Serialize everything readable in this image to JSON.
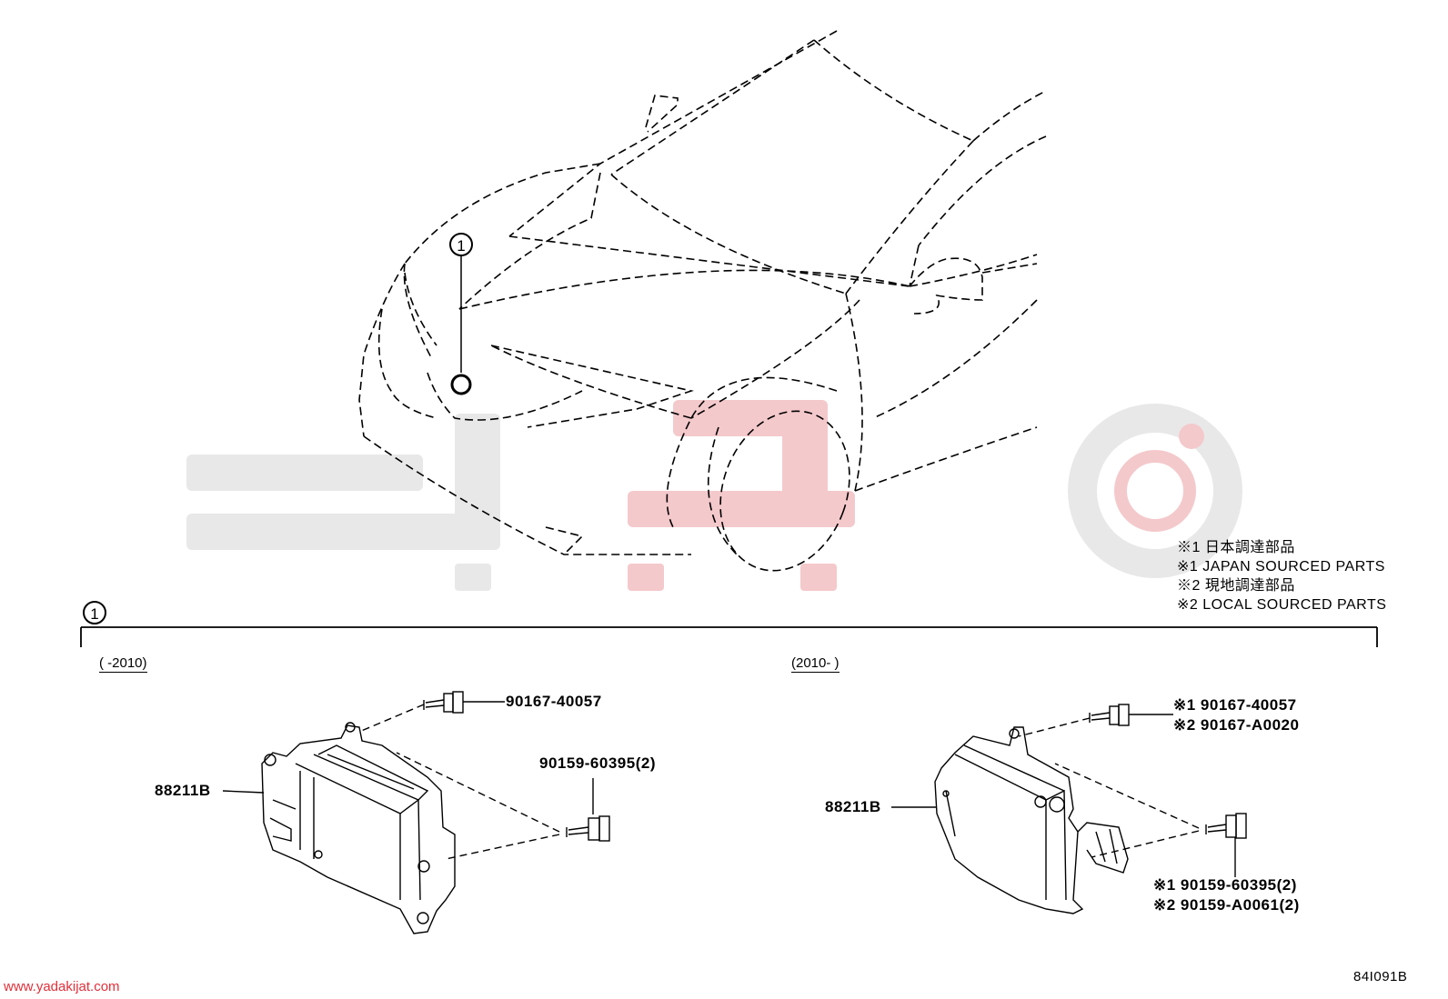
{
  "notes": [
    "※1 日本調達部品",
    "※1 JAPAN SOURCED PARTS",
    "※2 現地調達部品",
    "※2 LOCAL SOURCED PARTS"
  ],
  "callout": "1",
  "left": {
    "range": "(      -2010)",
    "main_part": "88211B",
    "bolt_top": "90167-40057",
    "bolt_bottom": "90159-60395(2)"
  },
  "right": {
    "range": "(2010-      )",
    "main_part": "88211B",
    "bolt_top_1": "※1 90167-40057",
    "bolt_top_2": "※2 90167-A0020",
    "bolt_bottom_1": "※1 90159-60395(2)",
    "bolt_bottom_2": "※2 90159-A0061(2)"
  },
  "drawing_code": "84I091B",
  "watermark_url": "www.yadakijat.com",
  "colors": {
    "line": "#000000",
    "watermark_gray": "#e6e6e6",
    "watermark_red": "#f3c3c7",
    "url_red": "#e0303a"
  }
}
